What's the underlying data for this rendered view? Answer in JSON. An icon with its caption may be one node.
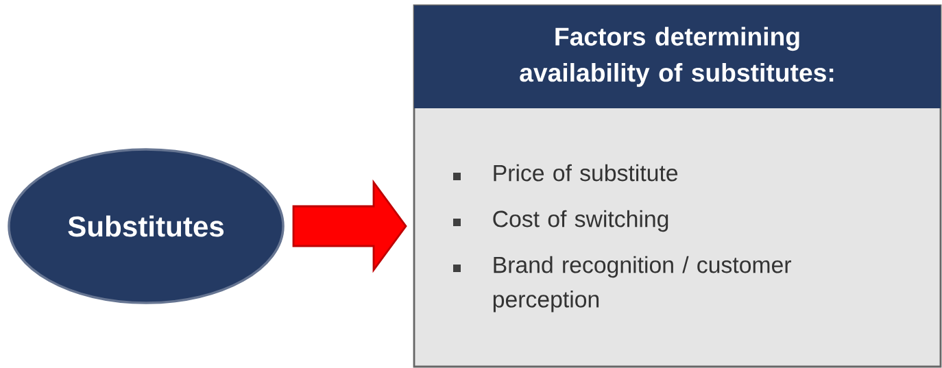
{
  "diagram": {
    "nodes": [
      {
        "text": [
          "Substitutes"
        ]
      },
      {
        "text": [
          "Factors determining availability of substitutes:",
          "Price of substitute",
          "Cost of switching",
          "Brand recognition / customer perception"
        ]
      }
    ],
    "edges": [
      {
        "from": 0,
        "to": 1,
        "arrow": "to",
        "style": "thick"
      }
    ]
  }
}
